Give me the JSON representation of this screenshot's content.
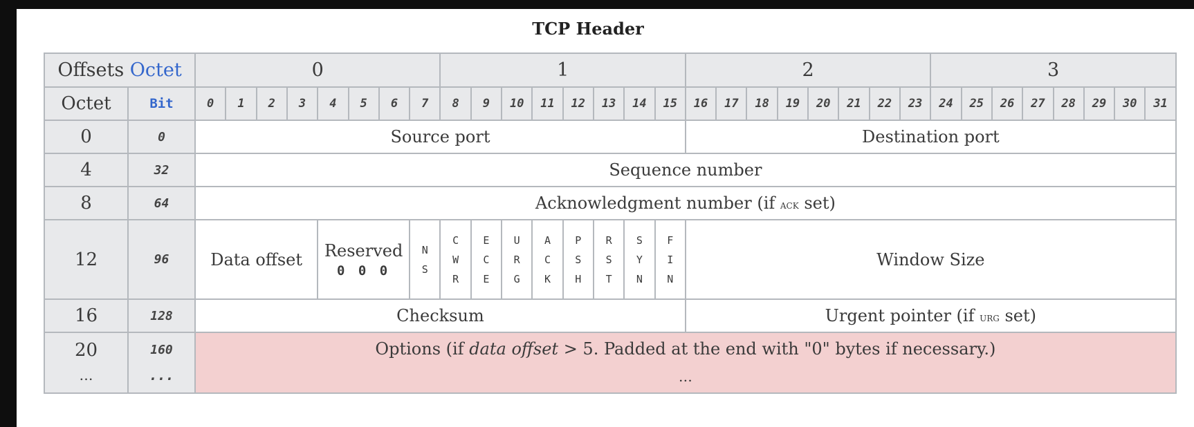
{
  "title": "TCP Header",
  "header": {
    "offsets_label": "Offsets",
    "octet_label_blue": "Octet",
    "octet_label": "Octet",
    "bit_label": "Bit",
    "octets": [
      "0",
      "1",
      "2",
      "3"
    ],
    "bits": [
      "0",
      "1",
      "2",
      "3",
      "4",
      "5",
      "6",
      "7",
      "8",
      "9",
      "10",
      "11",
      "12",
      "13",
      "14",
      "15",
      "16",
      "17",
      "18",
      "19",
      "20",
      "21",
      "22",
      "23",
      "24",
      "25",
      "26",
      "27",
      "28",
      "29",
      "30",
      "31"
    ]
  },
  "rows": [
    {
      "octet": "0",
      "bit": "0",
      "fields": [
        "Source port",
        "Destination port"
      ]
    },
    {
      "octet": "4",
      "bit": "32",
      "fields": [
        "Sequence number"
      ]
    },
    {
      "octet": "8",
      "bit": "64",
      "field_prefix": "Acknowledgment number (if ",
      "field_sc": "ACK",
      "field_suffix": " set)"
    },
    {
      "octet": "12",
      "bit": "96",
      "data_offset": "Data offset",
      "reserved": "Reserved",
      "reserved_bits": "0 0 0",
      "flags": [
        [
          "N",
          "S"
        ],
        [
          "C",
          "W",
          "R"
        ],
        [
          "E",
          "C",
          "E"
        ],
        [
          "U",
          "R",
          "G"
        ],
        [
          "A",
          "C",
          "K"
        ],
        [
          "P",
          "S",
          "H"
        ],
        [
          "R",
          "S",
          "T"
        ],
        [
          "S",
          "Y",
          "N"
        ],
        [
          "F",
          "I",
          "N"
        ]
      ],
      "window": "Window Size"
    },
    {
      "octet": "16",
      "bit": "128",
      "checksum": "Checksum",
      "urgent_prefix": "Urgent pointer (if ",
      "urgent_sc": "URG",
      "urgent_suffix": " set)"
    },
    {
      "octet": "20",
      "octet_more": "…",
      "bit": "160",
      "bit_more": "...",
      "options_a": "Options (if ",
      "options_em": "data offset",
      "options_b": " > 5. Padded at the end with \"0\" bytes if necessary.)",
      "options_more": "…"
    }
  ],
  "colors": {
    "header_bg": "#e8e9eb",
    "border": "#b4b8bd",
    "options_bg": "#f3d0d0",
    "link_blue": "#3366cc"
  }
}
